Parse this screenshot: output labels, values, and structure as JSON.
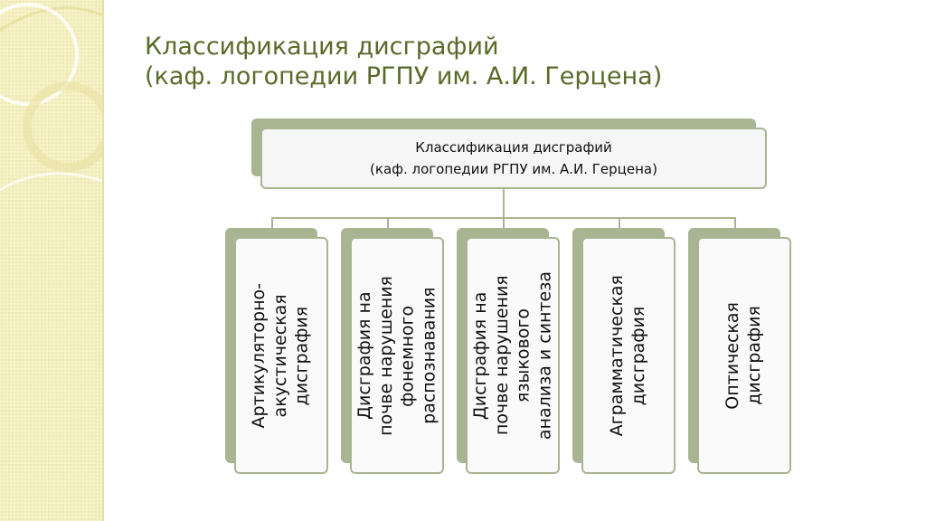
{
  "slide": {
    "title_line1": "Классификация дисграфий",
    "title_line2": "(каф. логопедии РГПУ им. А.И. Герцена)"
  },
  "diagram": {
    "root": {
      "line1": "Классификация дисграфий",
      "line2": "(каф. логопедии РГПУ им. А.И. Герцена)"
    },
    "children": [
      {
        "lines": [
          "Артикуляторно-",
          "акустическая",
          "дисграфия"
        ]
      },
      {
        "lines": [
          "Дисграфия на",
          "почве нарушения",
          "фонемного",
          "распознавания"
        ]
      },
      {
        "lines": [
          "Дисграфия на",
          "почве нарушения",
          "языкового",
          "анализа и синтеза"
        ]
      },
      {
        "lines": [
          "Аграмматическая",
          "дисграфия"
        ]
      },
      {
        "lines": [
          "Оптическая",
          "дисграфия"
        ]
      }
    ]
  },
  "colors": {
    "accent": "#a9b592",
    "title": "#5a6a2a",
    "strip": "#f5f1c4"
  }
}
